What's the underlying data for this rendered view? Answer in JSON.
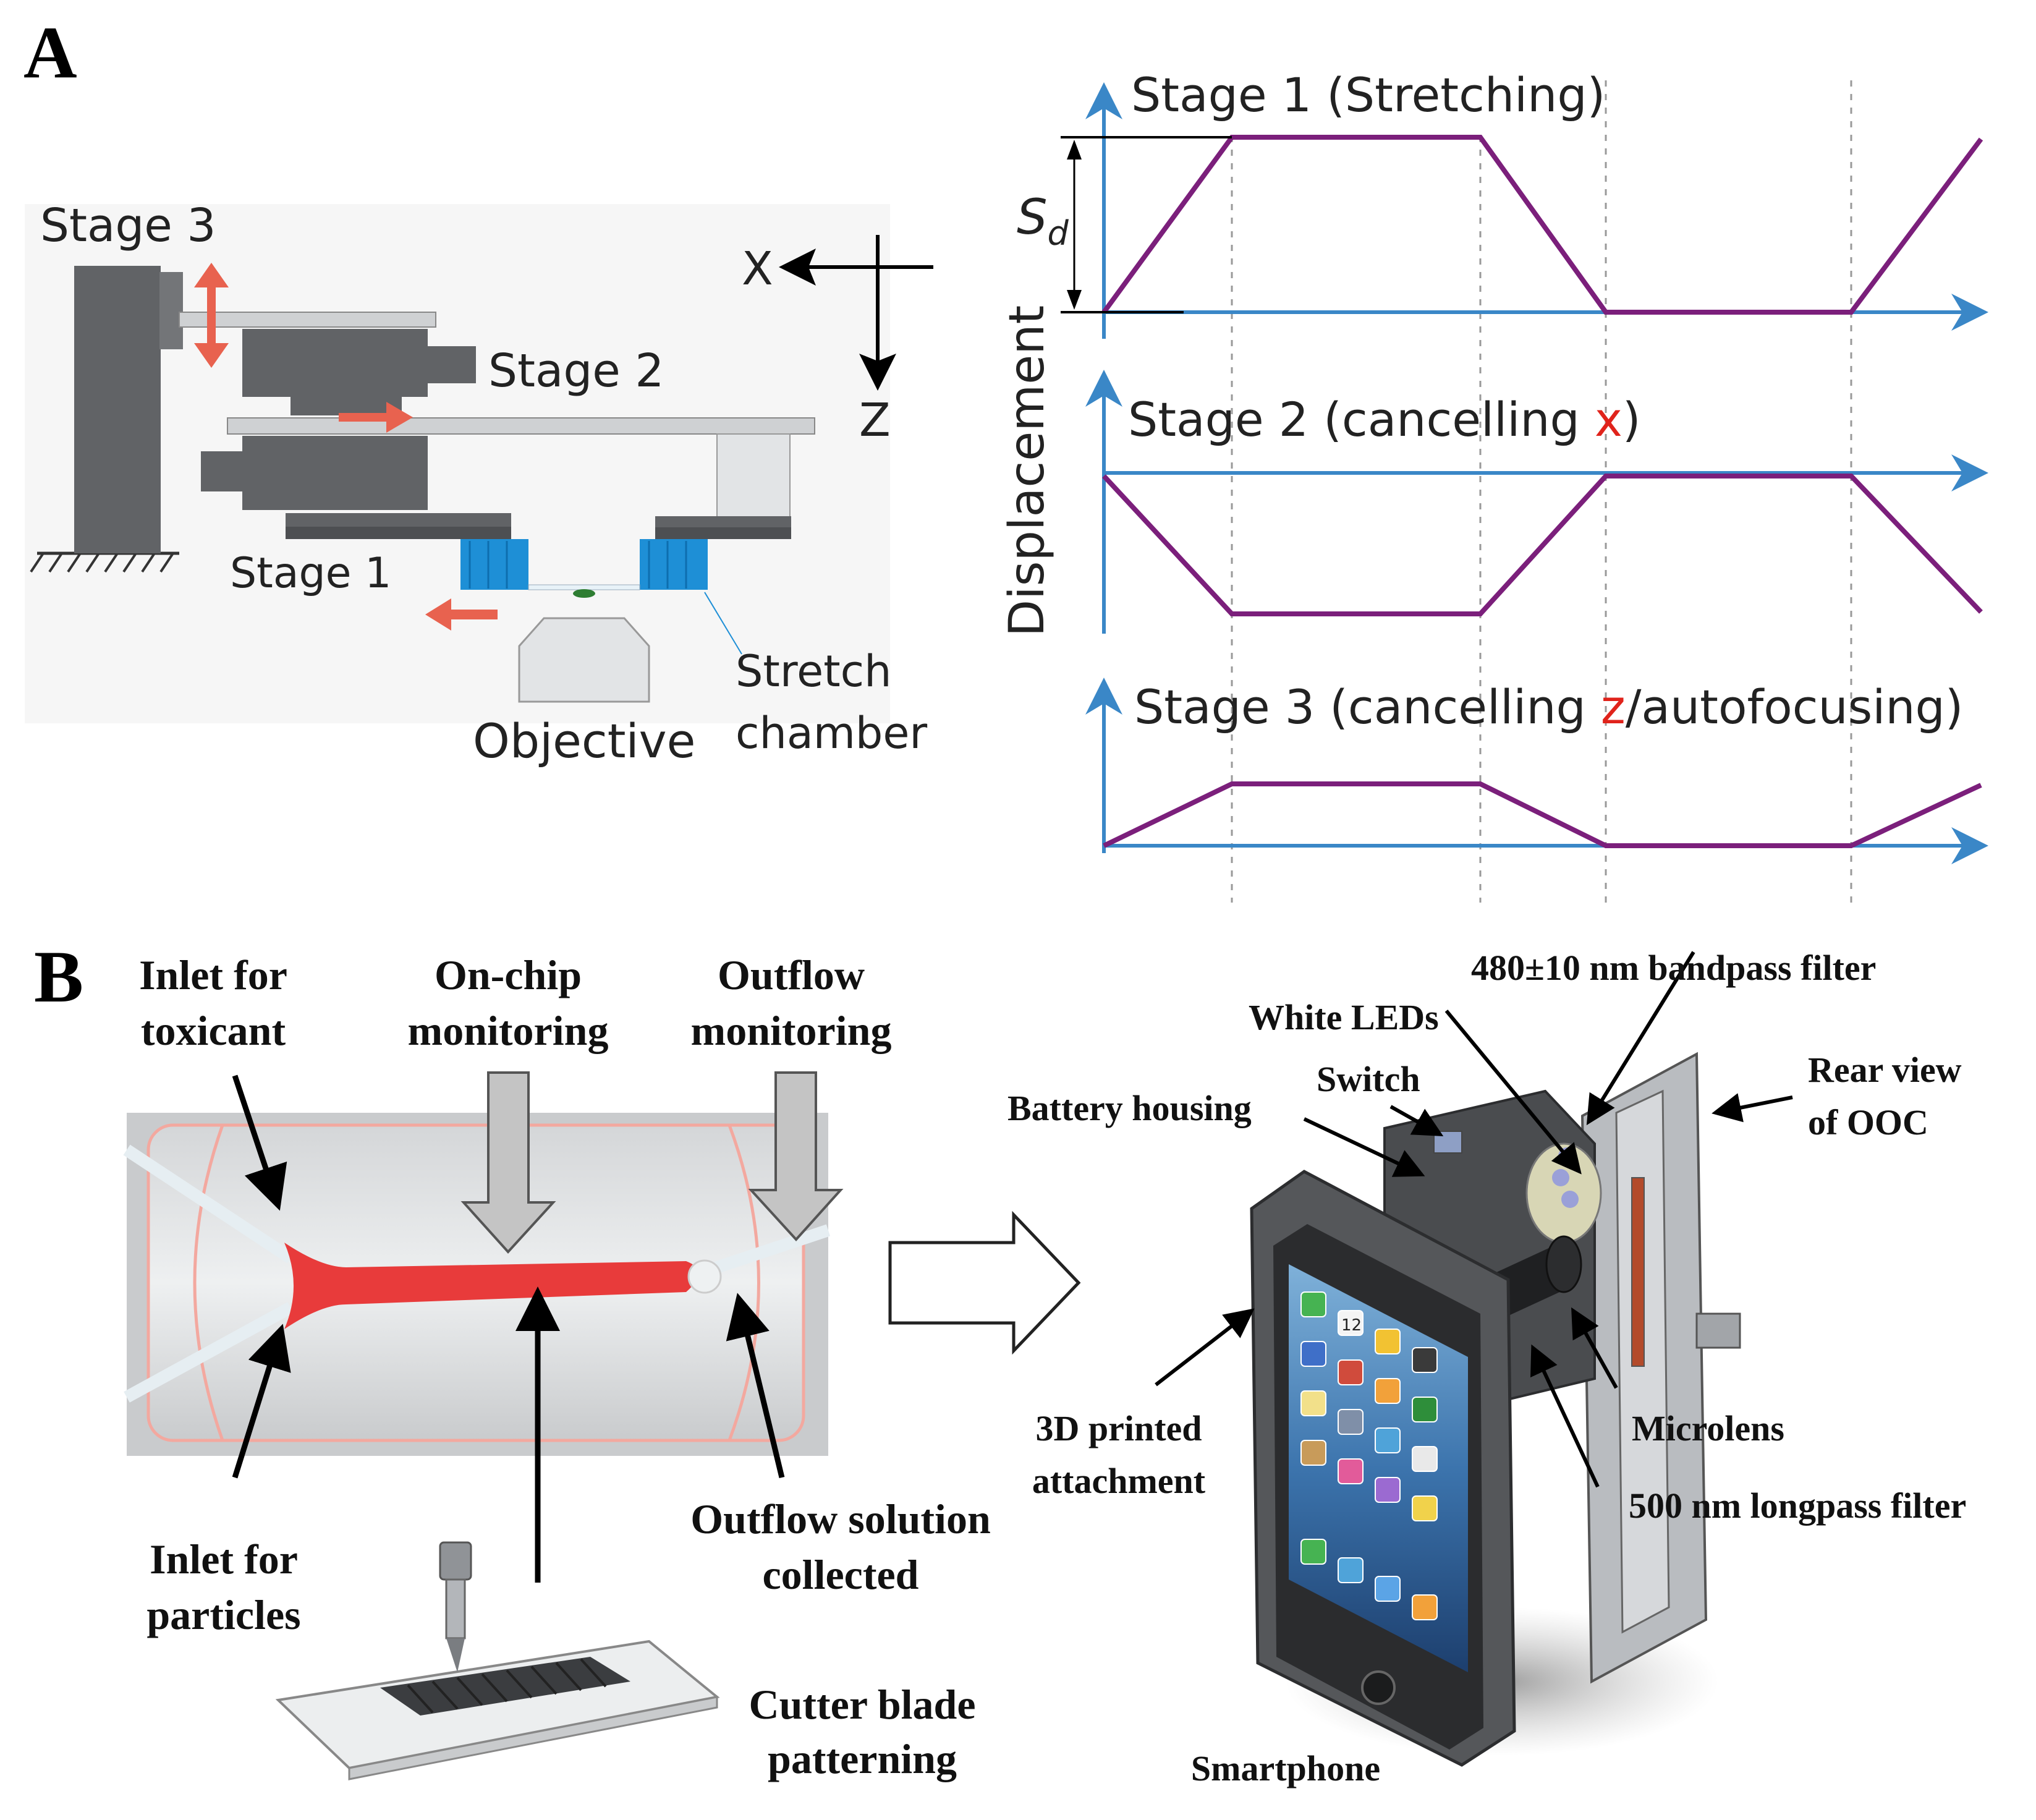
{
  "panel_a": {
    "letter": "A",
    "stage3_label": "Stage 3",
    "stage2_label": "Stage 2",
    "stage1_label": "Stage 1",
    "objective_label": "Objective",
    "stretch_label_line1": "Stretch",
    "stretch_label_line2": "chamber",
    "axis_x": "X",
    "axis_z": "Z",
    "plot_ylabel": "Displacement",
    "sd_label": "S",
    "sd_sub": "d",
    "plot1_title": "Stage 1 (Stretching)",
    "plot2_title_prefix": "Stage 2 (cancelling ",
    "plot2_title_highlight": "x",
    "plot2_title_suffix": ")",
    "plot3_title_prefix": "Stage 3 (cancelling ",
    "plot3_title_highlight": "z",
    "plot3_title_suffix": "/autofocusing)"
  },
  "panel_b": {
    "letter": "B",
    "inlet_toxicant": [
      "Inlet for",
      "toxicant"
    ],
    "onchip": [
      "On-chip",
      "monitoring"
    ],
    "outflow_mon": [
      "Outflow",
      "monitoring"
    ],
    "inlet_particles": [
      "Inlet for",
      "particles"
    ],
    "outflow_solution": [
      "Outflow solution",
      "collected"
    ],
    "cutter": [
      "Cutter blade",
      "patterning"
    ],
    "bandpass": "480±10 nm bandpass filter",
    "white_leds": "White LEDs",
    "switch": "Switch",
    "battery": "Battery housing",
    "rear_view": [
      "Rear view",
      "of OOC"
    ],
    "printed": [
      "3D printed",
      "attachment"
    ],
    "microlens": "Microlens",
    "longpass": "500 nm longpass filter",
    "smartphone": "Smartphone",
    "calendar_day": "12"
  },
  "colors": {
    "axis_blue": "#3a87c7",
    "profile_purple": "#7b1f7b",
    "motion_red": "#e8624f",
    "highlight_red": "#e0231b",
    "channel_red": "#e83b3b",
    "chamber_blue": "#1e8fd6",
    "mechanism_gray": "#616366"
  }
}
